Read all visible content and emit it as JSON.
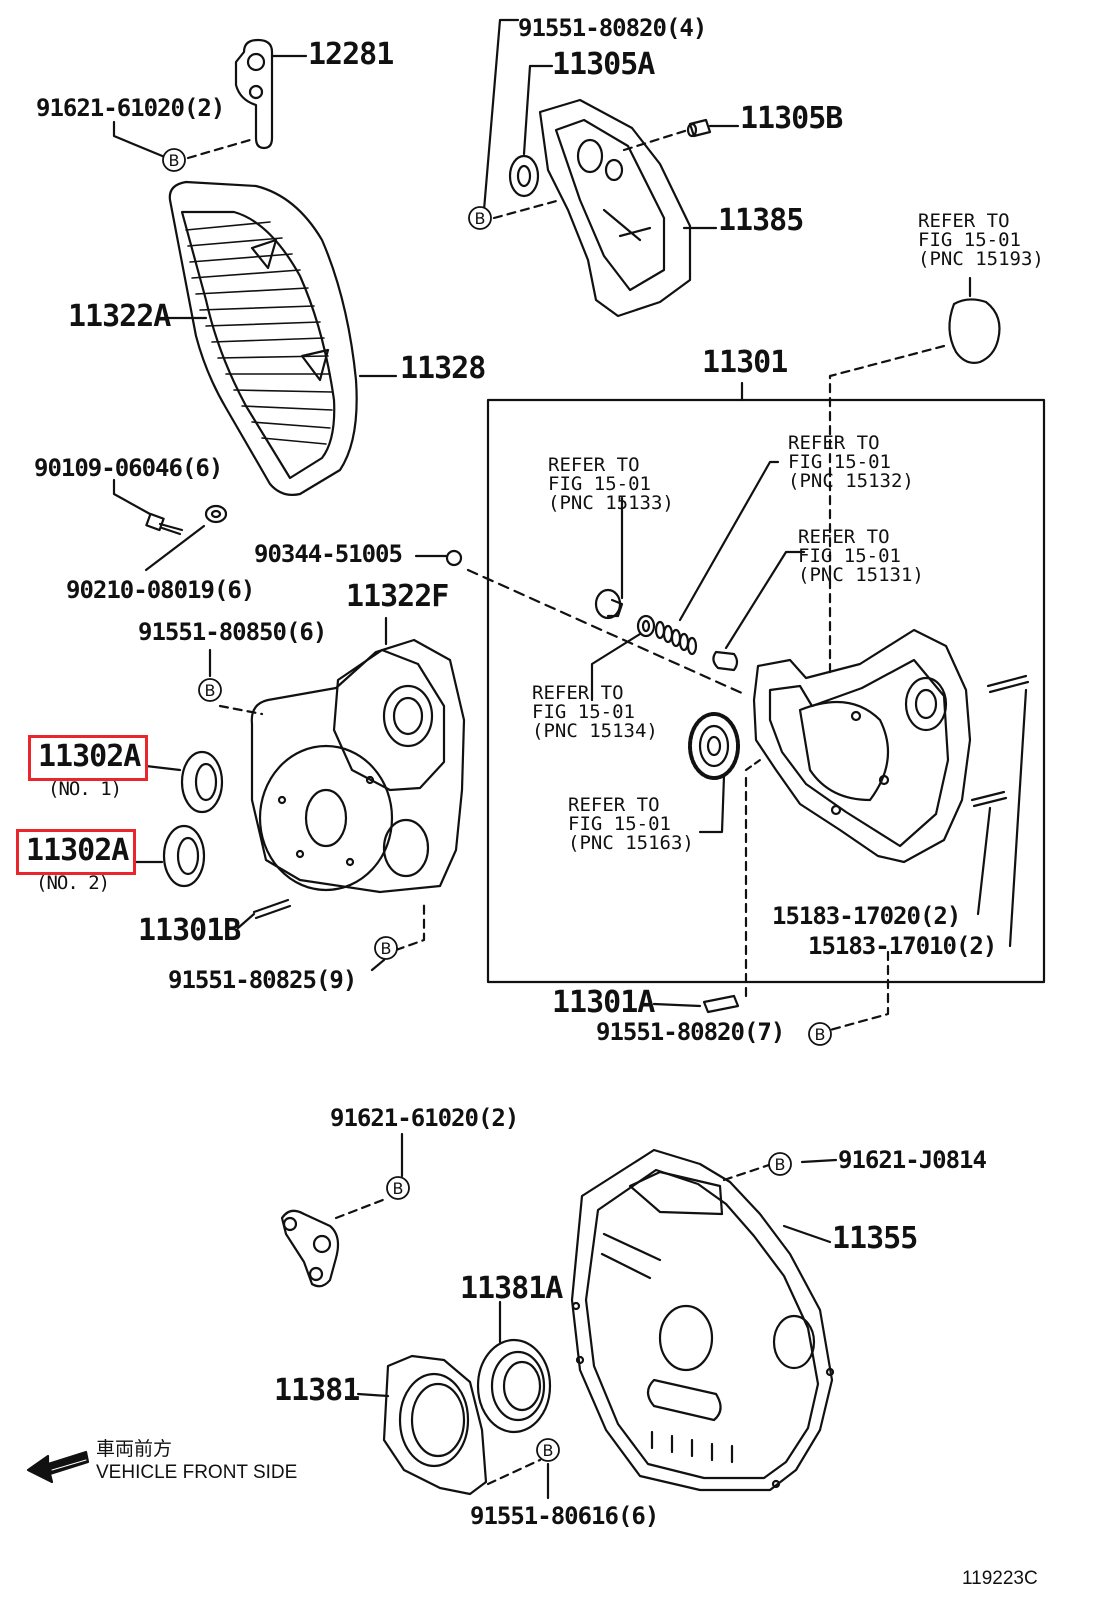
{
  "callouts": {
    "p12281": "12281",
    "p91621_61020a": "91621-61020(2)",
    "p91551_80820_4": "91551-80820(4)",
    "p11305A": "11305A",
    "p11305B": "11305B",
    "p11385": "11385",
    "p11322A": "11322A",
    "p11328": "11328",
    "p11301": "11301",
    "p90109": "90109-06046(6)",
    "p90210": "90210-08019(6)",
    "p90344": "90344-51005",
    "p11322F": "11322F",
    "p91551_80850": "91551-80850(6)",
    "p11302A_1": "11302A",
    "p11302A_2": "11302A",
    "no1": "(NO. 1)",
    "no2": "(NO. 2)",
    "p11301B": "11301B",
    "p91551_80825": "91551-80825(9)",
    "p15183_17020": "15183-17020(2)",
    "p15183_17010": "15183-17010(2)",
    "p11301A": "11301A",
    "p91551_80820_7": "91551-80820(7)",
    "p91621_61020b": "91621-61020(2)",
    "p91621_J0814": "91621-J0814",
    "p11355": "11355",
    "p11381A": "11381A",
    "p11381": "11381",
    "p91551_80616": "91551-80616(6)"
  },
  "refs": {
    "r15193": "REFER TO\nFIG 15-01\n(PNC 15193)",
    "r15132": "REFER TO\nFIG 15-01\n(PNC 15132)",
    "r15133": "REFER TO\nFIG 15-01\n(PNC 15133)",
    "r15131": "REFER TO\nFIG 15-01\n(PNC 15131)",
    "r15134": "REFER TO\nFIG 15-01\n(PNC 15134)",
    "r15163": "REFER TO\nFIG 15-01\n(PNC 15163)"
  },
  "marker_letter": "B",
  "footer": {
    "jp": "車両前方",
    "en": "VEHICLE FRONT SIDE",
    "code": "119223C"
  },
  "colors": {
    "highlight": "#e8262b",
    "ink": "#111111"
  }
}
